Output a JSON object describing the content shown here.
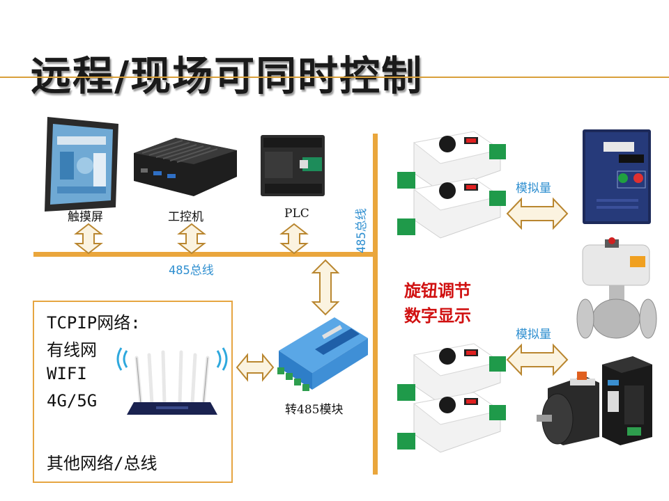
{
  "title": "远程/现场可同时控制",
  "devices": {
    "touchscreen": "触摸屏",
    "ipc": "工控机",
    "plc": "PLC",
    "converter": "转485模块"
  },
  "bus": {
    "horizontal_label": "485总线",
    "vertical_label": "485总线"
  },
  "network": {
    "heading": "TCPIP网络:",
    "items": [
      "有线网",
      "WIFI",
      "4G/5G"
    ],
    "other": "其他网络/总线"
  },
  "controller_caption": [
    "旋钮调节",
    "数字显示"
  ],
  "analog_labels": [
    "模拟量",
    "模拟量"
  ],
  "colors": {
    "bus": "#eaa63c",
    "arrow_fill": "#fbf3e0",
    "arrow_stroke": "#b9862f",
    "accent_red": "#d01010",
    "label_blue": "#2f8fd0"
  }
}
